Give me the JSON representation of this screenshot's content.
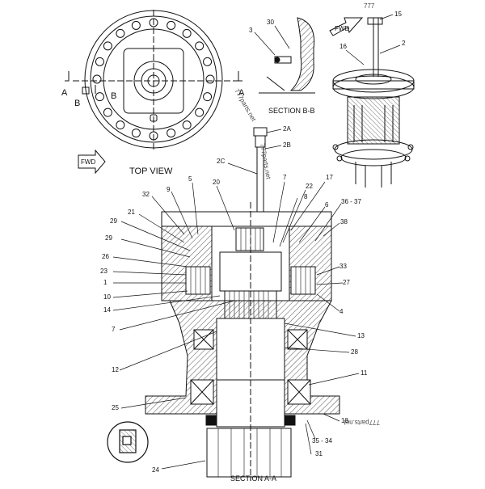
{
  "captions": {
    "top_view": "TOP VIEW",
    "section_bb": "SECTION B-B",
    "section_aa": "SECTION A-A"
  },
  "fwd": {
    "top_view": "FWD",
    "iso_view": "FWD"
  },
  "section_marks": {
    "a_left": "A",
    "a_right": "A",
    "b_left": "B",
    "b_right": "B"
  },
  "watermarks": {
    "top": "777parts.net",
    "shaft": "777parts.net",
    "bottom": "777parts.net"
  },
  "callouts": {
    "c3": "3",
    "c30": "30",
    "c15": "15",
    "c16": "16",
    "c2": "2",
    "c2a": "2A",
    "c2b": "2B",
    "c2c": "2C",
    "c5": "5",
    "c20": "20",
    "c7top": "7",
    "c17": "17",
    "c22": "22",
    "c8": "8",
    "c6": "6",
    "c32": "32",
    "c9": "9",
    "c36_37": "36 - 37",
    "c21": "21",
    "c38": "38",
    "c29a": "29",
    "c29b": "29",
    "c26": "26",
    "c23": "23",
    "c1": "1",
    "c10": "10",
    "c14": "14",
    "c7bot": "7",
    "c33": "33",
    "c27": "27",
    "c4": "4",
    "c13": "13",
    "c28": "28",
    "c12": "12",
    "c11": "11",
    "c25": "25",
    "c18": "18",
    "c35_34": "35 - 34",
    "c31": "31",
    "c24": "24"
  },
  "colors": {
    "ink": "#111111",
    "hatch": "#555555",
    "paper": "#ffffff"
  }
}
